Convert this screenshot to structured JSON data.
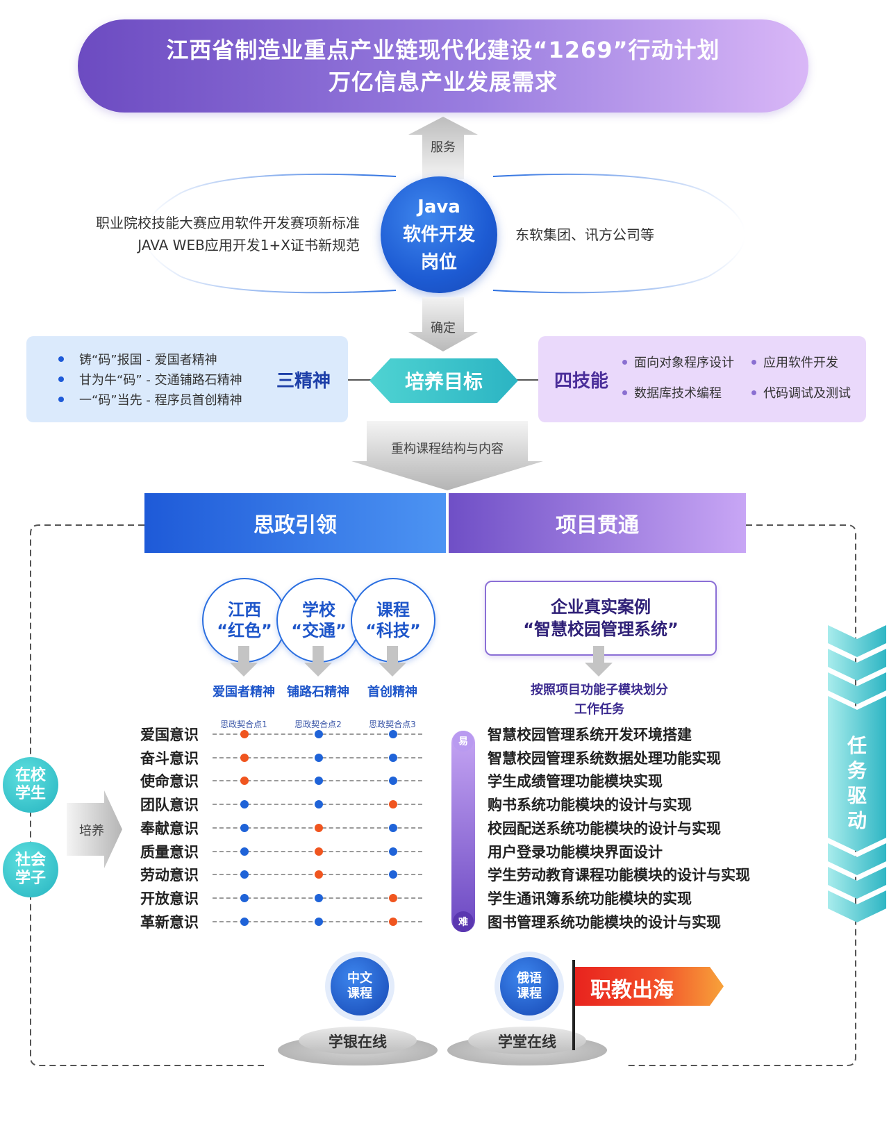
{
  "banner": {
    "line1": "江西省制造业重点产业链现代化建设“1269”行动计划",
    "line2": "万亿信息产业发展需求"
  },
  "arrows": {
    "serve": "服务",
    "confirm": "确定",
    "rebuild": "重构课程结构与内容",
    "cultivate": "培养"
  },
  "left_standards": {
    "line1": "职业院校技能大赛应用软件开发赛项新标准",
    "line2": "JAVA WEB应用开发1+X证书新规范"
  },
  "java_center": {
    "line1": "Java",
    "line2": "软件开发",
    "line3": "岗位"
  },
  "right_companies": "东软集团、讯方公司等",
  "three_spirits": {
    "title": "三精神",
    "items": [
      "铸“码”报国 - 爱国者精神",
      "甘为牛“码” - 交通铺路石精神",
      "一“码”当先 - 程序员首创精神"
    ]
  },
  "goal": "培养目标",
  "four_skills": {
    "title": "四技能",
    "items": [
      "面向对象程序设计",
      "应用软件开发",
      "数据库技术编程",
      "代码调试及测试"
    ]
  },
  "tabs": {
    "left": "思政引领",
    "right": "项目贯通"
  },
  "ideology_circles": [
    {
      "l1": "江西",
      "l2": "“红色”",
      "spirit": "爱国者精神",
      "point": "思政契合点1"
    },
    {
      "l1": "学校",
      "l2": "“交通”",
      "spirit": "铺路石精神",
      "point": "思政契合点2"
    },
    {
      "l1": "课程",
      "l2": "“科技”",
      "spirit": "首创精神",
      "point": "思政契合点3"
    }
  ],
  "awareness_rows": [
    {
      "label": "爱国意识",
      "dots": [
        "orange",
        "blue",
        "blue"
      ]
    },
    {
      "label": "奋斗意识",
      "dots": [
        "orange",
        "blue",
        "blue"
      ]
    },
    {
      "label": "使命意识",
      "dots": [
        "orange",
        "blue",
        "blue"
      ]
    },
    {
      "label": "团队意识",
      "dots": [
        "blue",
        "blue",
        "orange"
      ]
    },
    {
      "label": "奉献意识",
      "dots": [
        "blue",
        "orange",
        "blue"
      ]
    },
    {
      "label": "质量意识",
      "dots": [
        "blue",
        "orange",
        "blue"
      ]
    },
    {
      "label": "劳动意识",
      "dots": [
        "blue",
        "orange",
        "blue"
      ]
    },
    {
      "label": "开放意识",
      "dots": [
        "blue",
        "blue",
        "orange"
      ]
    },
    {
      "label": "革新意识",
      "dots": [
        "blue",
        "blue",
        "orange"
      ]
    }
  ],
  "case": {
    "line1": "企业真实案例",
    "line2": "“智慧校园管理系统”"
  },
  "division": {
    "line1": "按照项目功能子模块划分",
    "line2": "工作任务"
  },
  "difficulty": {
    "easy": "易",
    "hard": "难"
  },
  "tasks": [
    "智慧校园管理系统开发环境搭建",
    "智慧校园管理系统数据处理功能实现",
    "学生成绩管理功能模块实现",
    "购书系统功能模块的设计与实现",
    "校园配送系统功能模块的设计与实现",
    "用户登录功能模块界面设计",
    "学生劳动教育课程功能模块的设计与实现",
    "学生通讯簿系统功能模块的实现",
    "图书管理系统功能模块的设计与实现"
  ],
  "learners": [
    {
      "l1": "在校",
      "l2": "学生"
    },
    {
      "l1": "社会",
      "l2": "学子"
    }
  ],
  "task_driven": [
    "任",
    "务",
    "驱",
    "动"
  ],
  "courses": [
    {
      "l1": "中文",
      "l2": "课程",
      "platform": "学银在线"
    },
    {
      "l1": "俄语",
      "l2": "课程",
      "platform": "学堂在线"
    }
  ],
  "flag": "职教出海",
  "colors": {
    "orange_dot": "#f0551f",
    "blue_dot": "#1f63d8",
    "banner_start": "#6c4bc1",
    "banner_end": "#d9b7f7",
    "teal": "#2bb4c3"
  }
}
